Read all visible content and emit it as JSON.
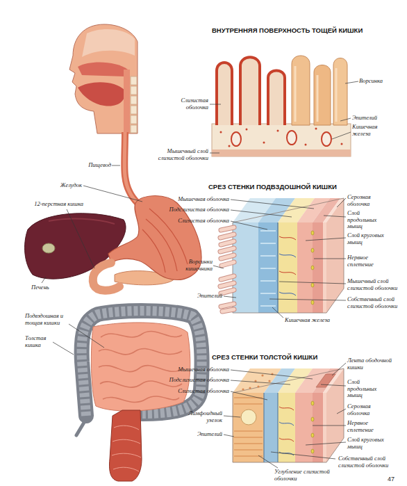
{
  "diagram": {
    "labels": [
      "Пищевод",
      "Желудок",
      "12-перстная кишка",
      "Печень",
      "Подвздошная и тощая кишки",
      "Толстая кишка",
      "ВНУТРЕННЯЯ ПОВЕРХНОСТЬ ТОЩЕЙ КИШКИ",
      "Слизистая оболочка",
      "Ворсинка",
      "Эпителий",
      "Кишечная железа",
      "Мышечный слой слизистой оболочки",
      "СРЕЗ СТЕНКИ ПОДВЗДОШНОЙ КИШКИ",
      "Мышечная оболочка",
      "Серозная оболочка",
      "Подслизистая оболочка",
      "Слой продольных мышц",
      "Слизистая оболочка",
      "Слой круговых мышц",
      "Нервное сплетение",
      "Ворсинки кишечника",
      "Мышечный слой слизистой оболочки",
      "Собственный слой слизистой оболочки",
      "Эпителий",
      "Кишечная железа",
      "СРЕЗ СТЕНКИ ТОЛСТОЙ КИШКИ",
      "Мышечная оболочка",
      "Лента ободочной кишки",
      "Подслизистая оболочка",
      "Слой продольных мышц",
      "Слизистая оболочка",
      "Серозная оболочка",
      "Нервное сплетение",
      "Лимфоидный узелок",
      "Слой круговых мышц",
      "Эпителий",
      "Собственный слой слизистой оболочки",
      "Углубление слизистой оболочки",
      "47"
    ]
  }
}
